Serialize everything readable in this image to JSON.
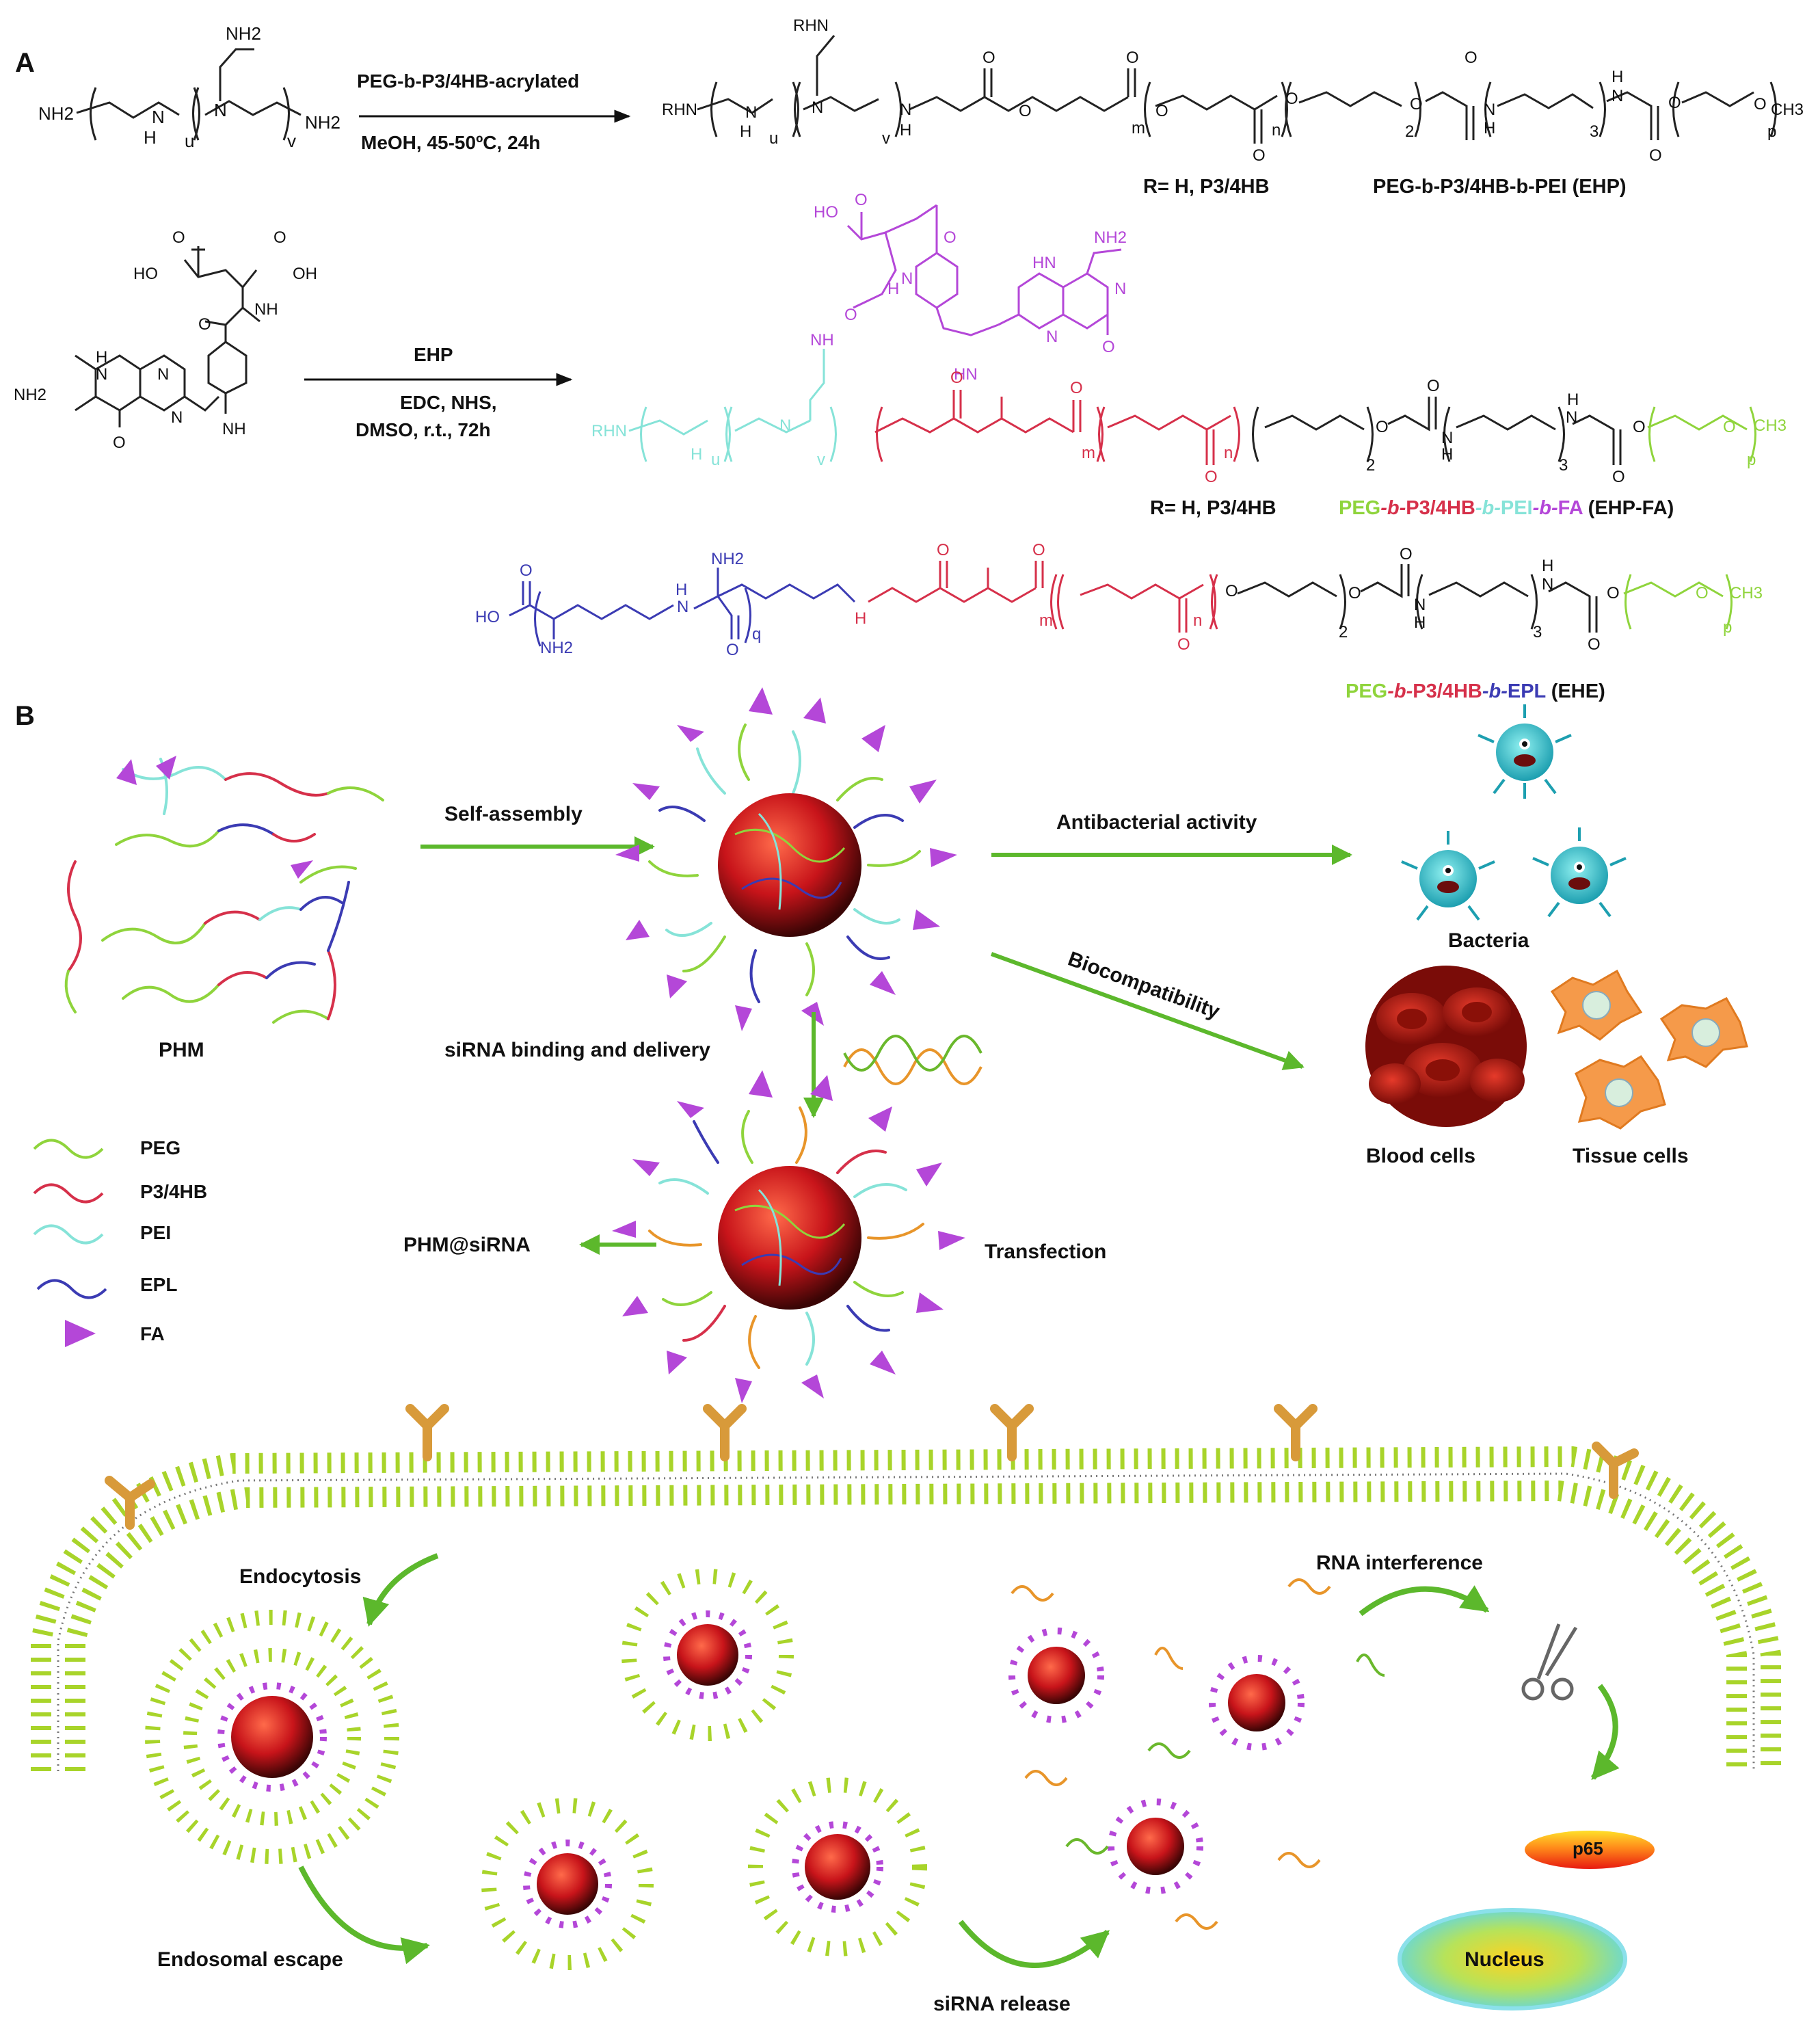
{
  "panel_a": {
    "label": "A",
    "reaction1": {
      "reagent": "PEG-b-P3/4HB-acrylated",
      "conditions": "MeOH, 45-50ºC, 24h",
      "r_def": "R=  H, P3/4HB",
      "product": "PEG-b-P3/4HB-b-PEI  (EHP)"
    },
    "reaction2": {
      "reagent": "EHP",
      "conditions_1": "EDC, NHS,",
      "conditions_2": "DMSO, r.t., 72h",
      "r_def": "R=  H, P3/4HB",
      "product_parts": [
        "PEG",
        "-b-",
        "P3/4HB",
        "-b-",
        "PEI",
        "-b-",
        "FA"
      ],
      "product_suffix": " (EHP-FA)"
    },
    "reaction3": {
      "product_parts": [
        "PEG",
        "-b-",
        "P3/4HB",
        "-b-",
        "EPL"
      ],
      "product_suffix": " (EHE)"
    },
    "atoms": {
      "nh2": "NH2",
      "rhn": "RHN",
      "n": "N",
      "h": "H",
      "o": "O",
      "ho": "HO",
      "oh": "OH",
      "nh": "NH",
      "hn": "HN",
      "ch3": "CH3",
      "u": "u",
      "v": "v",
      "m": "m",
      "n_sub": "n",
      "p": "p",
      "q": "q",
      "two": "2",
      "three": "3"
    }
  },
  "panel_b": {
    "label": "B",
    "phm": "PHM",
    "self_assembly": "Self-assembly",
    "antibacterial": "Antibacterial activity",
    "bacteria": "Bacteria",
    "biocompatibility": "Biocompatibility",
    "blood_cells": "Blood cells",
    "tissue_cells": "Tissue cells",
    "sirna_binding": "siRNA  binding and delivery",
    "phm_sirna": "PHM@siRNA",
    "transfection": "Transfection",
    "legend": [
      {
        "label": "PEG",
        "color": "#8fd43c"
      },
      {
        "label": "P3/4HB",
        "color": "#d6304a"
      },
      {
        "label": "PEI",
        "color": "#86e3d8"
      },
      {
        "label": "EPL",
        "color": "#3b3bb3"
      },
      {
        "label": "FA",
        "color": "#b447d8"
      }
    ],
    "endocytosis": "Endocytosis",
    "endosomal_escape": "Endosomal escape",
    "sirna_release": "siRNA release",
    "rna_interference": "RNA interference",
    "p65": "p65",
    "nucleus": "Nucleus"
  },
  "colors": {
    "peg": "#8fd43c",
    "p34hb": "#d6304a",
    "pei": "#86e3d8",
    "epl": "#3b3bb3",
    "fa": "#b447d8",
    "arrow": "#5cb82c",
    "lipid": "#a8d42a",
    "receptor": "#d89a3a"
  }
}
